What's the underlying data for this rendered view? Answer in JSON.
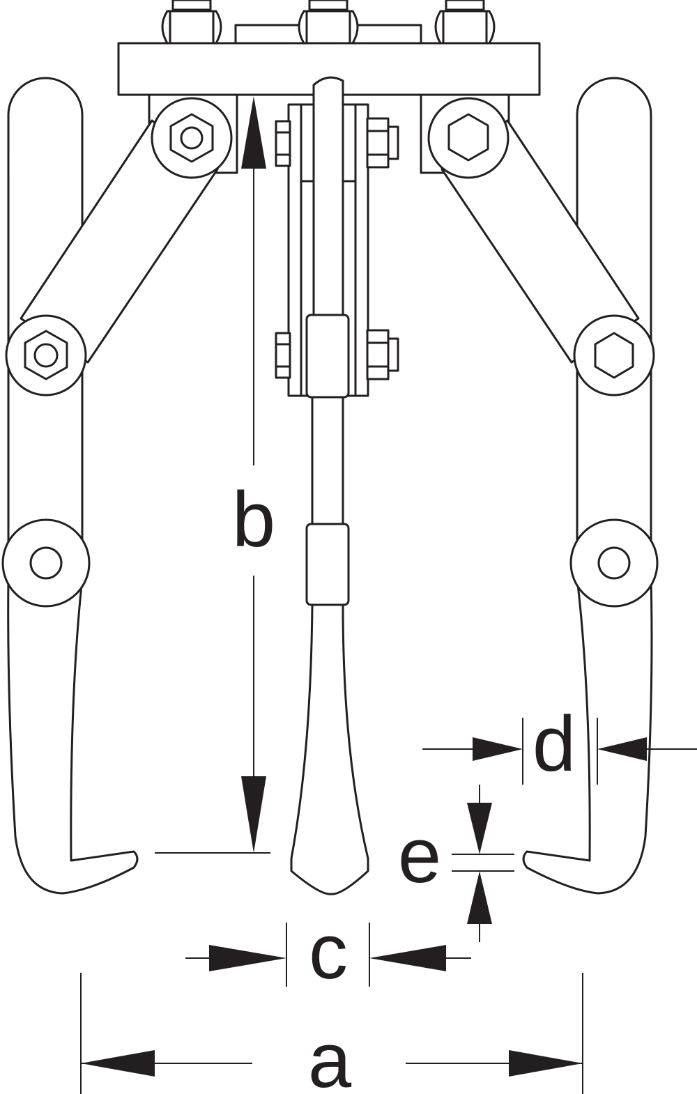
{
  "diagram": {
    "kind": "three-arm gear puller dimension drawing",
    "colors": {
      "line": "#231f20",
      "background": "#ffffff"
    },
    "dimension_labels": {
      "a": "a",
      "b": "b",
      "c": "c",
      "d": "d",
      "e": "e"
    }
  }
}
